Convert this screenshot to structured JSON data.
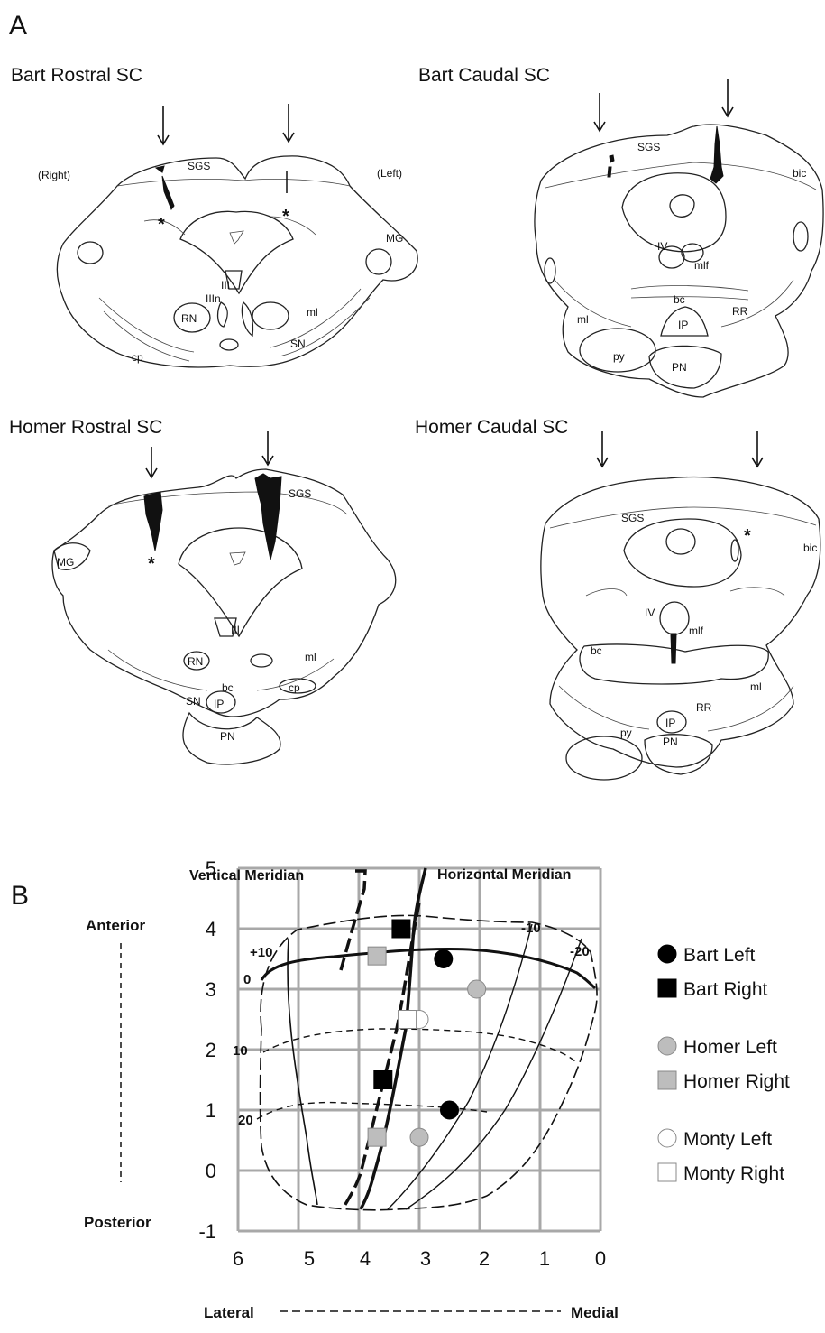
{
  "panel_a": {
    "letter": "A",
    "sections": [
      {
        "title": "Bart Rostral SC",
        "labels": {
          "right": "(Right)",
          "left": "(Left)",
          "sgs": "SGS",
          "mg": "MG",
          "iii": "III",
          "iiin": "IIIn",
          "rn": "RN",
          "ml": "ml",
          "sn": "SN",
          "cp": "cp",
          "star": "*"
        }
      },
      {
        "title": "Bart Caudal SC",
        "labels": {
          "sgs": "SGS",
          "bic": "bic",
          "iv": "IV",
          "mlf": "mlf",
          "bc": "bc",
          "ml": "ml",
          "rr": "RR",
          "ip": "IP",
          "py": "py",
          "pn": "PN"
        }
      },
      {
        "title": "Homer Rostral SC",
        "labels": {
          "sgs": "SGS",
          "mg": "MG",
          "iii": "III",
          "rn": "RN",
          "ml": "ml",
          "bc": "bc",
          "sn": "SN",
          "ip": "IP",
          "cp": "cp",
          "pn": "PN",
          "star": "*"
        }
      },
      {
        "title": "Homer Caudal SC",
        "labels": {
          "sgs": "SGS",
          "bic": "bic",
          "iv": "IV",
          "mlf": "mlf",
          "bc": "bc",
          "ip": "IP",
          "rr": "RR",
          "ml": "ml",
          "py": "py",
          "pn": "PN",
          "star": "*"
        }
      }
    ]
  },
  "panel_b": {
    "letter": "B",
    "annotations": {
      "vertical_meridian": "Vertical Meridian",
      "horizontal_meridian": "Horizontal Meridian",
      "anterior": "Anterior",
      "posterior": "Posterior",
      "lateral": "Lateral",
      "medial": "Medial",
      "iso_plus10": "+10",
      "iso_0": "0",
      "iso_10": "10",
      "iso_20": "20",
      "iso_minus10": "-10",
      "iso_minus20": "-20"
    },
    "chart_data": {
      "type": "scatter",
      "x_ticks": [
        "6",
        "5",
        "4",
        "3",
        "2",
        "1",
        "0"
      ],
      "y_ticks": [
        "5",
        "4",
        "3",
        "2",
        "1",
        "0",
        "-1"
      ],
      "xlim": [
        6,
        0
      ],
      "ylim": [
        -1,
        5
      ],
      "grid": true,
      "legend_position": "right",
      "series": [
        {
          "name": "Bart Left",
          "marker": "circle",
          "fill": "#000000",
          "points": [
            [
              2.6,
              3.5
            ],
            [
              2.5,
              1.0
            ]
          ]
        },
        {
          "name": "Bart Right",
          "marker": "square",
          "fill": "#000000",
          "points": [
            [
              3.3,
              4.0
            ],
            [
              3.6,
              1.5
            ]
          ]
        },
        {
          "name": "Homer Left",
          "marker": "circle",
          "fill": "#bdbdbd",
          "points": [
            [
              2.05,
              3.0
            ],
            [
              3.0,
              0.55
            ]
          ]
        },
        {
          "name": "Homer Right",
          "marker": "square",
          "fill": "#bdbdbd",
          "points": [
            [
              3.7,
              3.55
            ],
            [
              3.7,
              0.55
            ]
          ]
        },
        {
          "name": "Monty Left",
          "marker": "circle",
          "fill": "#ffffff",
          "points": [
            [
              3.0,
              2.5
            ]
          ]
        },
        {
          "name": "Monty Right",
          "marker": "square",
          "fill": "#ffffff",
          "points": [
            [
              3.2,
              2.5
            ]
          ]
        }
      ]
    }
  }
}
